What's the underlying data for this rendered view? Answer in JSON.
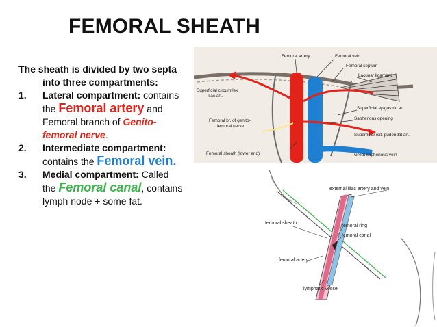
{
  "slide": {
    "title": "FEMORAL SHEATH",
    "intro_line1": "The sheath is divided by two septa",
    "intro_line2": "into three compartments:",
    "items": [
      {
        "num": "1.",
        "heading": "Lateral compartment:",
        "t1": " contains",
        "t2": "the ",
        "highlight": "Femoral artery",
        "t3": " and",
        "t4": "Femoral branch of ",
        "nerve1": "Genito-",
        "nerve2": "femoral nerve",
        "t5": "."
      },
      {
        "num": "2.",
        "heading": "Intermediate compartment:",
        "t1": "contains the ",
        "highlight": "Femoral vein",
        "t2": "."
      },
      {
        "num": "3.",
        "heading": "Medial compartment:",
        "t1": " Called",
        "t2": "the ",
        "highlight": "Femoral canal",
        "t3": ", contains",
        "t4": "lymph node + some fat."
      }
    ]
  },
  "figure1": {
    "labels": {
      "femoral_artery": "Femoral artery",
      "femoral_vein": "Femoral vein",
      "femoral_septum": "Femoral septum",
      "lacunar_ligament": "Lacunar ligament",
      "superficial_circumflex_1": "Superficial circumflex",
      "superficial_circumflex_2": "iliac art.",
      "superficial_epigastric": "Superficial epigastric art.",
      "saphenous_opening": "Saphenous opening",
      "genito_femoral_1": "Femoral br. of genito-",
      "genito_femoral_2": "femoral nerve",
      "superficial_pudendal": "Superficial ext. pudendal art.",
      "sheath_lower_end": "Femoral sheath (lower end)",
      "great_saphenous": "Great saphenous vein"
    }
  },
  "figure2": {
    "labels": {
      "external_iliac": "external iliac artery and vein",
      "femoral_sheath": "femoral sheath",
      "femoral_ring": "femoral ring",
      "femoral_canal": "femoral canal",
      "femoral_artery": "femoral artery",
      "lymphatic_vessel": "lymphatic vessel"
    }
  },
  "colors": {
    "artery_red": "#e2231a",
    "vein_blue": "#1f7fd1",
    "canal_green": "#3bb54a"
  }
}
